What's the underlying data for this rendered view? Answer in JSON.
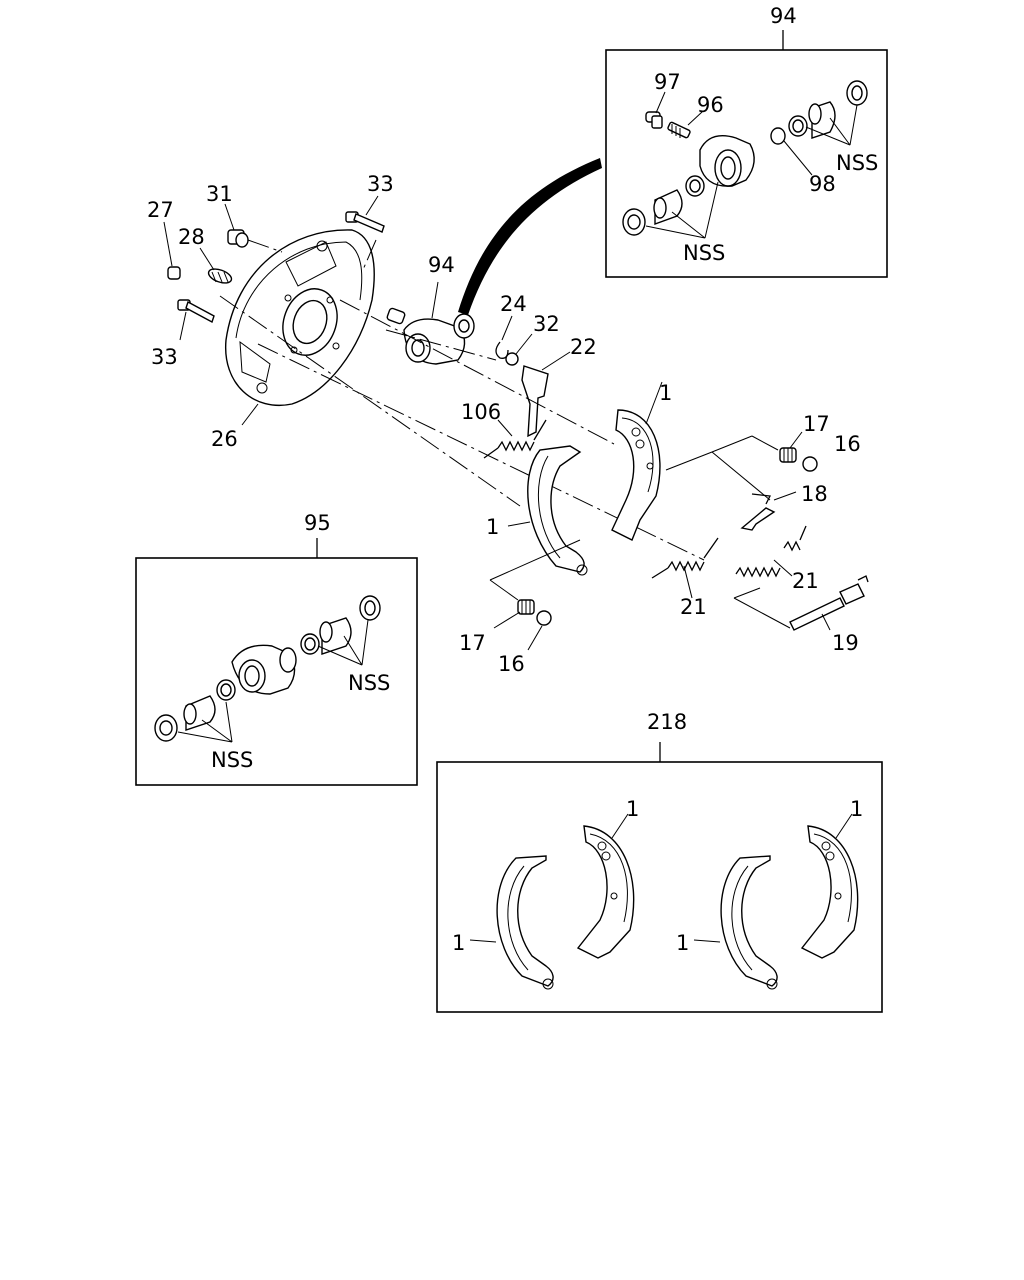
{
  "callouts": {
    "c94_top": "94",
    "c97": "97",
    "c96": "96",
    "c98": "98",
    "nss_top_right": "NSS",
    "nss_top_bottom": "NSS",
    "c33_top": "33",
    "c31": "31",
    "c27": "27",
    "c28": "28",
    "c94_main": "94",
    "c33_bottom": "33",
    "c24": "24",
    "c32": "32",
    "c22": "22",
    "c26": "26",
    "c1_main_right": "1",
    "c106": "106",
    "c17_right": "17",
    "c16_right": "16",
    "c18": "18",
    "c1_main_left": "1",
    "c95": "95",
    "c21_left": "21",
    "c21_right": "21",
    "c19": "19",
    "c17_left": "17",
    "c16_left": "16",
    "nss_95_right": "NSS",
    "nss_95_bottom": "NSS",
    "c218": "218",
    "c1_kit_a_right": "1",
    "c1_kit_b_right": "1",
    "c1_kit_a_left": "1",
    "c1_kit_b_left": "1"
  }
}
